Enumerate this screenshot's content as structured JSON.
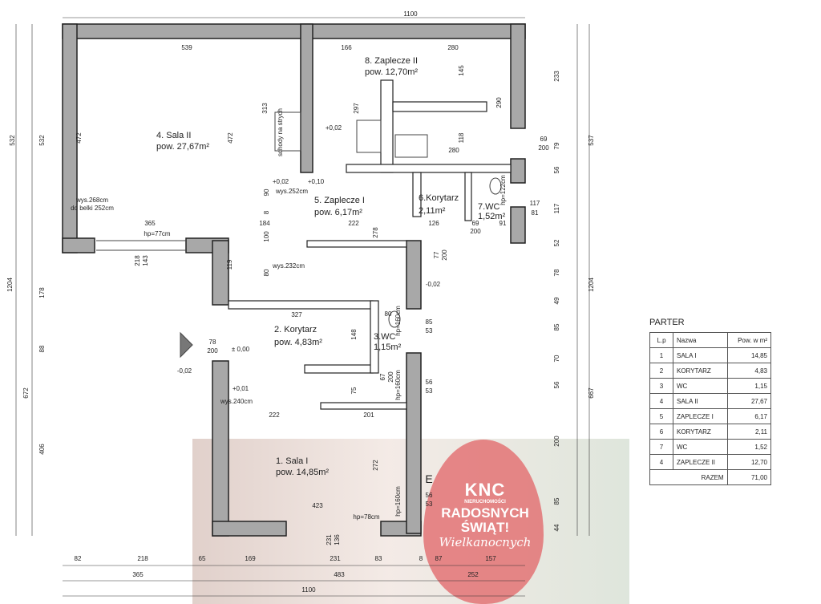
{
  "plan": {
    "rooms": {
      "sala2_name": "4. Sala II",
      "sala2_area": "pow. 27,67m²",
      "zap2_name": "8. Zaplecze II",
      "zap2_area": "pow. 12,70m²",
      "zap1_name": "5. Zaplecze I",
      "zap1_area": "pow. 6,17m²",
      "kor6_name": "6.Korytarz",
      "kor6_area": "2,11m²",
      "wc7_name": "7.WC",
      "wc7_area": "1,52m²",
      "kor2_name": "2. Korytarz",
      "kor2_area": "pow. 4,83m²",
      "wc3_name": "3.WC",
      "wc3_area": "1,15m²",
      "sala1_name": "1. Sala I",
      "sala1_area": "pow. 14,85m²"
    },
    "dims": [
      "1100",
      "539",
      "166",
      "280",
      "532",
      "532",
      "1204",
      "178",
      "88",
      "672",
      "406",
      "233",
      "537",
      "79",
      "56",
      "117",
      "52",
      "78",
      "49",
      "1204",
      "85",
      "70",
      "56",
      "667",
      "200",
      "85",
      "44",
      "82",
      "218",
      "65",
      "169",
      "231",
      "83",
      "8",
      "87",
      "157",
      "365",
      "483",
      "252",
      "1100",
      "472",
      "472",
      "313",
      "297",
      "145",
      "290",
      "118",
      "280",
      "69",
      "200",
      "+0,02",
      "+0,02",
      "wys.252cm",
      "+0,10",
      "90",
      "8",
      "100",
      "80",
      "wys.232cm",
      "wys.268cm",
      "do belki 252cm",
      "365",
      "hp=77cm",
      "184",
      "222",
      "278",
      "126",
      "91",
      "69",
      "200",
      "117",
      "81",
      "hp=122cm",
      "218",
      "143",
      "119",
      "77",
      "200",
      "-0,02",
      "327",
      "80",
      "85",
      "53",
      "hp=160cm",
      "148",
      "78",
      "200",
      "± 0,00",
      "-0,02",
      "67",
      "200",
      "hp=160cm",
      "56",
      "53",
      "75",
      "+0,01",
      "wys.240cm",
      "222",
      "201",
      "272",
      "423",
      "hp=78cm",
      "231",
      "136",
      "E",
      "56",
      "53",
      "hp=160cm",
      "schody na strych"
    ]
  },
  "table": {
    "title": "PARTER",
    "headers": [
      "L.p",
      "Nazwa",
      "Pow. w m²"
    ],
    "rows": [
      [
        "1",
        "SALA I",
        "14,85"
      ],
      [
        "2",
        "KORYTARZ",
        "4,83"
      ],
      [
        "3",
        "WC",
        "1,15"
      ],
      [
        "4",
        "SALA II",
        "27,67"
      ],
      [
        "5",
        "ZAPLECZE I",
        "6,17"
      ],
      [
        "6",
        "KORYTARZ",
        "2,11"
      ],
      [
        "7",
        "WC",
        "1,52"
      ],
      [
        "4",
        "ZAPLECZE II",
        "12,70"
      ]
    ],
    "total_label": "RAZEM",
    "total_value": "71,00"
  },
  "promo": {
    "logo": "KNC",
    "logo_sub": "NIERUCHOMOŚCI",
    "line1": "RADOSNYCH",
    "line2": "ŚWIĄT!",
    "line3": "Wielkanocnych",
    "egg_color": "#e26c6e"
  }
}
